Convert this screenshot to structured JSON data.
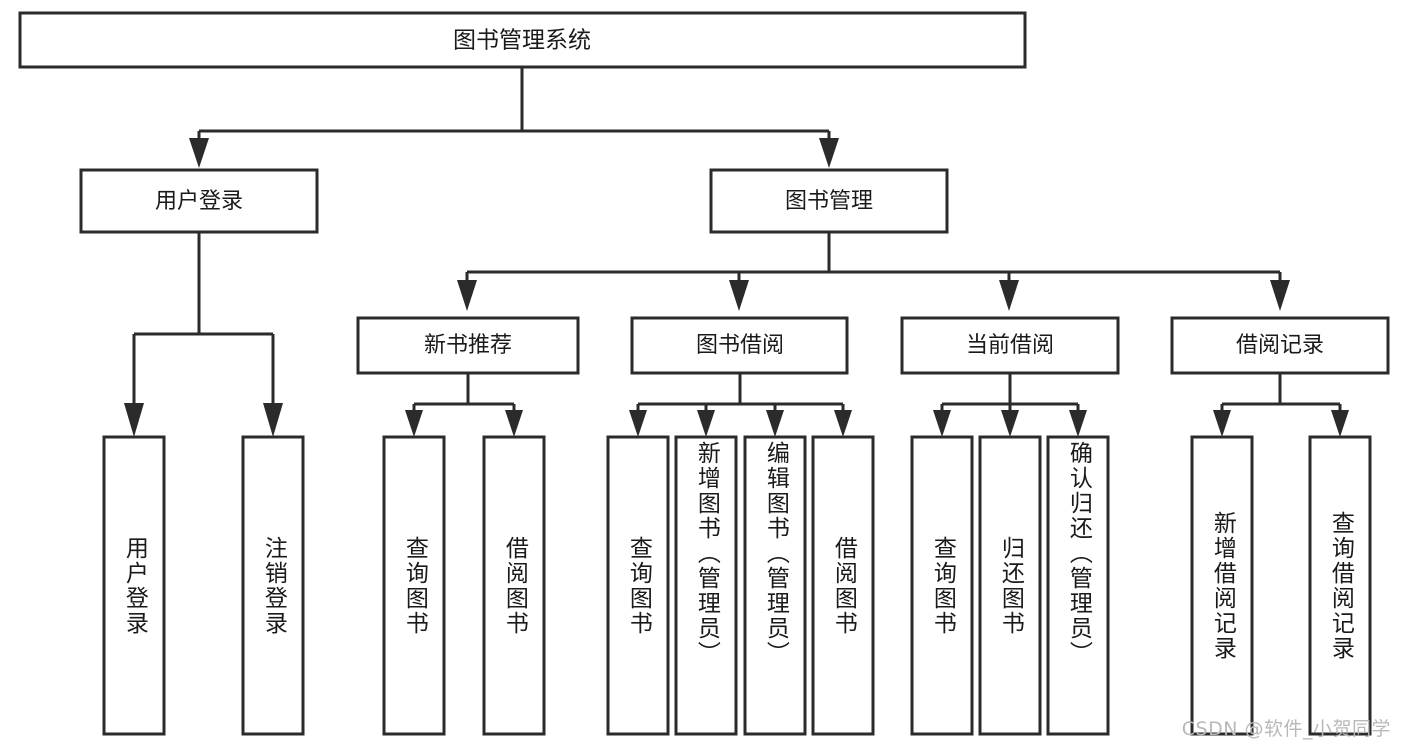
{
  "diagram": {
    "title": "图书管理系统",
    "watermark": "CSDN @软件_小贺同学",
    "root": {
      "label": "图书管理系统"
    },
    "level1": [
      {
        "label": "用户登录"
      },
      {
        "label": "图书管理"
      }
    ],
    "level2": [
      {
        "label": "新书推荐"
      },
      {
        "label": "图书借阅"
      },
      {
        "label": "当前借阅"
      },
      {
        "label": "借阅记录"
      }
    ],
    "leaves": {
      "user_login": [
        {
          "label": "用户登录"
        },
        {
          "label": "注销登录"
        }
      ],
      "new_book_recommend": [
        {
          "label": "查询图书"
        },
        {
          "label": "借阅图书"
        }
      ],
      "book_borrow": [
        {
          "label": "查询图书"
        },
        {
          "label": "新增图书（管理员）"
        },
        {
          "label": "编辑图书（管理员）"
        },
        {
          "label": "借阅图书"
        }
      ],
      "current_borrow": [
        {
          "label": "查询图书"
        },
        {
          "label": "归还图书"
        },
        {
          "label": "确认归还（管理员）"
        }
      ],
      "borrow_records": [
        {
          "label": "新增借阅记录"
        },
        {
          "label": "查询借阅记录"
        }
      ]
    },
    "colors": {
      "stroke": "#2b2b2b",
      "fill": "#ffffff",
      "text": "#1a1a1a",
      "watermark": "#b9b9b9"
    }
  }
}
